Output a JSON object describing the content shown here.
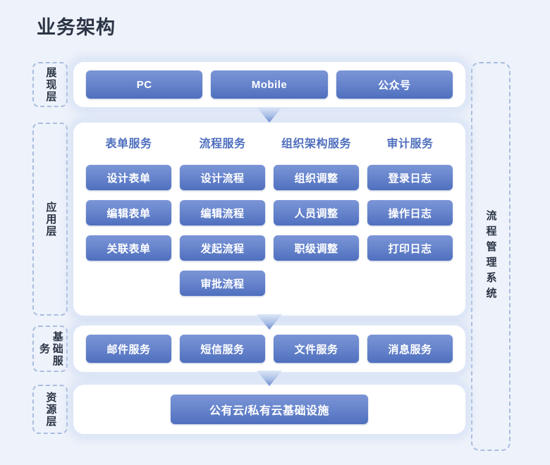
{
  "page": {
    "title": "业务架构",
    "background_color": "#eef2fa",
    "accent_color": "#4f6fbe",
    "button_gradient_top": "#7b95d6",
    "button_gradient_bottom": "#4f6fbe",
    "dashed_border_color": "#a9bede",
    "panel_color": "#ffffff",
    "title_color": "#2b3445"
  },
  "system_label": "流程管理系统",
  "layers": [
    {
      "key": "presentation",
      "label": "展现层",
      "items": [
        "PC",
        "Mobile",
        "公众号"
      ]
    },
    {
      "key": "application",
      "label": "应用层",
      "columns": [
        {
          "header": "表单服务",
          "items": [
            "设计表单",
            "编辑表单",
            "关联表单"
          ]
        },
        {
          "header": "流程服务",
          "items": [
            "设计流程",
            "编辑流程",
            "发起流程",
            "审批流程"
          ]
        },
        {
          "header": "组织架构服务",
          "items": [
            "组织调整",
            "人员调整",
            "职级调整"
          ]
        },
        {
          "header": "审计服务",
          "items": [
            "登录日志",
            "操作日志",
            "打印日志"
          ]
        }
      ]
    },
    {
      "key": "basic",
      "label": "基础服务",
      "items": [
        "邮件服务",
        "短信服务",
        "文件服务",
        "消息服务"
      ]
    },
    {
      "key": "resource",
      "label": "资源层",
      "items": [
        "公有云/私有云基础设施"
      ]
    }
  ],
  "arrows": [
    {
      "name": "arrow-presentation-to-application"
    },
    {
      "name": "arrow-application-to-basic"
    },
    {
      "name": "arrow-basic-to-resource"
    }
  ]
}
